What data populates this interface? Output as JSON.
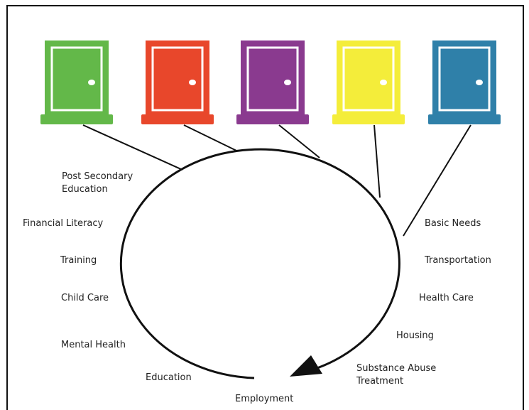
{
  "doors": [
    {
      "name": "green-door",
      "color": "#63b849"
    },
    {
      "name": "red-door",
      "color": "#e8472b"
    },
    {
      "name": "purple-door",
      "color": "#8a3a8f"
    },
    {
      "name": "yellow-door",
      "color": "#f4ed3a"
    },
    {
      "name": "blue-door",
      "color": "#2f80a9"
    }
  ],
  "labels": {
    "post_secondary": "Post Secondary\nEducation",
    "financial_literacy": "Financial Literacy",
    "training": "Training",
    "child_care": "Child Care",
    "mental_health": "Mental Health",
    "education": "Education",
    "employment": "Employment",
    "substance_abuse": "Substance Abuse\nTreatment",
    "housing": "Housing",
    "health_care": "Health Care",
    "transportation": "Transportation",
    "basic_needs": "Basic Needs"
  },
  "colors": {
    "line": "#111111",
    "door_frame_inner": "#ffffff"
  }
}
